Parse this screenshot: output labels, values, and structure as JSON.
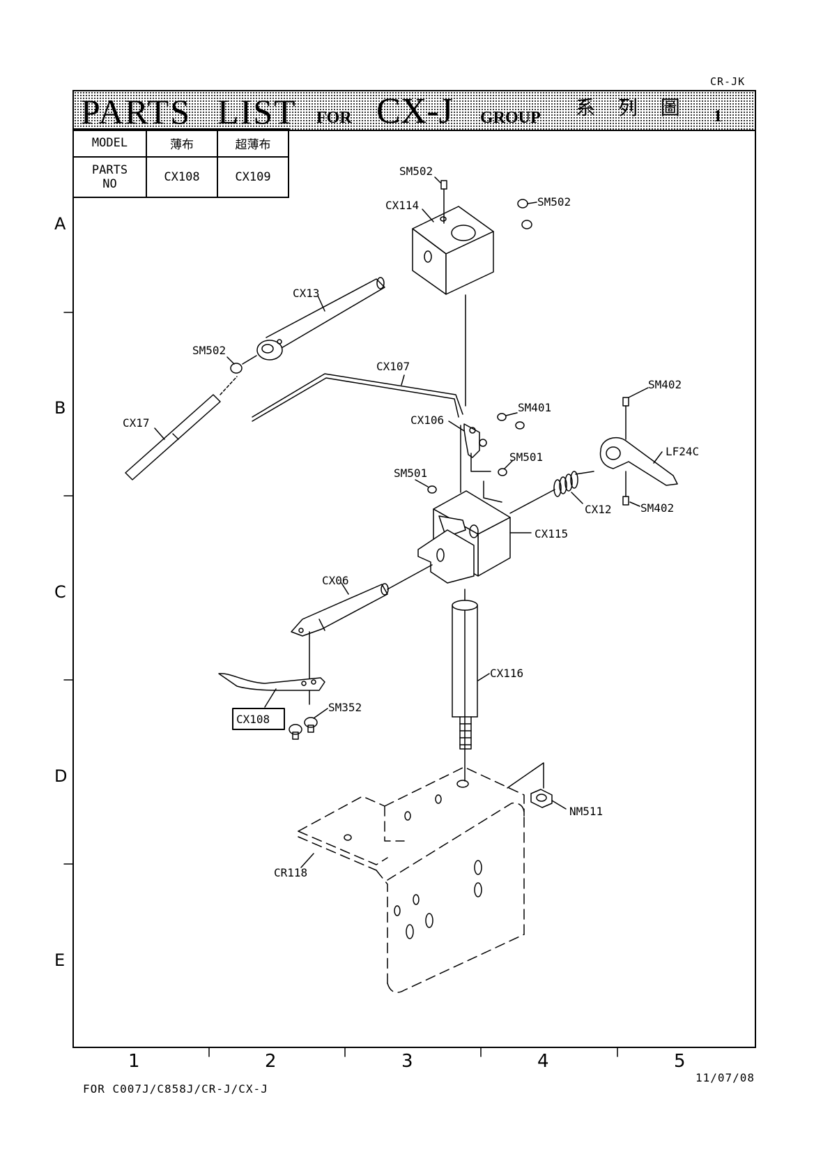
{
  "doc_code": "CR-JK",
  "title": {
    "parts": "PARTS",
    "list": "LIST",
    "for": "FOR",
    "model": "CX-J",
    "group": "GROUP",
    "cjk": "系 列 圖",
    "page": "1"
  },
  "model_table": {
    "model_label": "MODEL",
    "parts_label_line1": "PARTS",
    "parts_label_line2": "NO",
    "col1_header": "薄布",
    "col2_header": "超薄布",
    "col1_value": "CX108",
    "col2_value": "CX109"
  },
  "row_letters": [
    "A",
    "B",
    "C",
    "D",
    "E"
  ],
  "column_numbers": [
    "1",
    "2",
    "3",
    "4",
    "5"
  ],
  "part_labels": {
    "sm502_top": "SM502",
    "sm502_right": "SM502",
    "cx114": "CX114",
    "cx13": "CX13",
    "sm502_left": "SM502",
    "cx107": "CX107",
    "cx17": "CX17",
    "sm402_top": "SM402",
    "sm401": "SM401",
    "cx106": "CX106",
    "lf24c": "LF24C",
    "sm501_right": "SM501",
    "sm501_left": "SM501",
    "cx12": "CX12",
    "sm402_bottom": "SM402",
    "cx115": "CX115",
    "cx06": "CX06",
    "cx116": "CX116",
    "sm352": "SM352",
    "cx108": "CX108",
    "nm511": "NM511",
    "cr118": "CR118"
  },
  "footer": {
    "models": "FOR C007J/C858J/CR-J/CX-J",
    "date": "11/07/08"
  }
}
